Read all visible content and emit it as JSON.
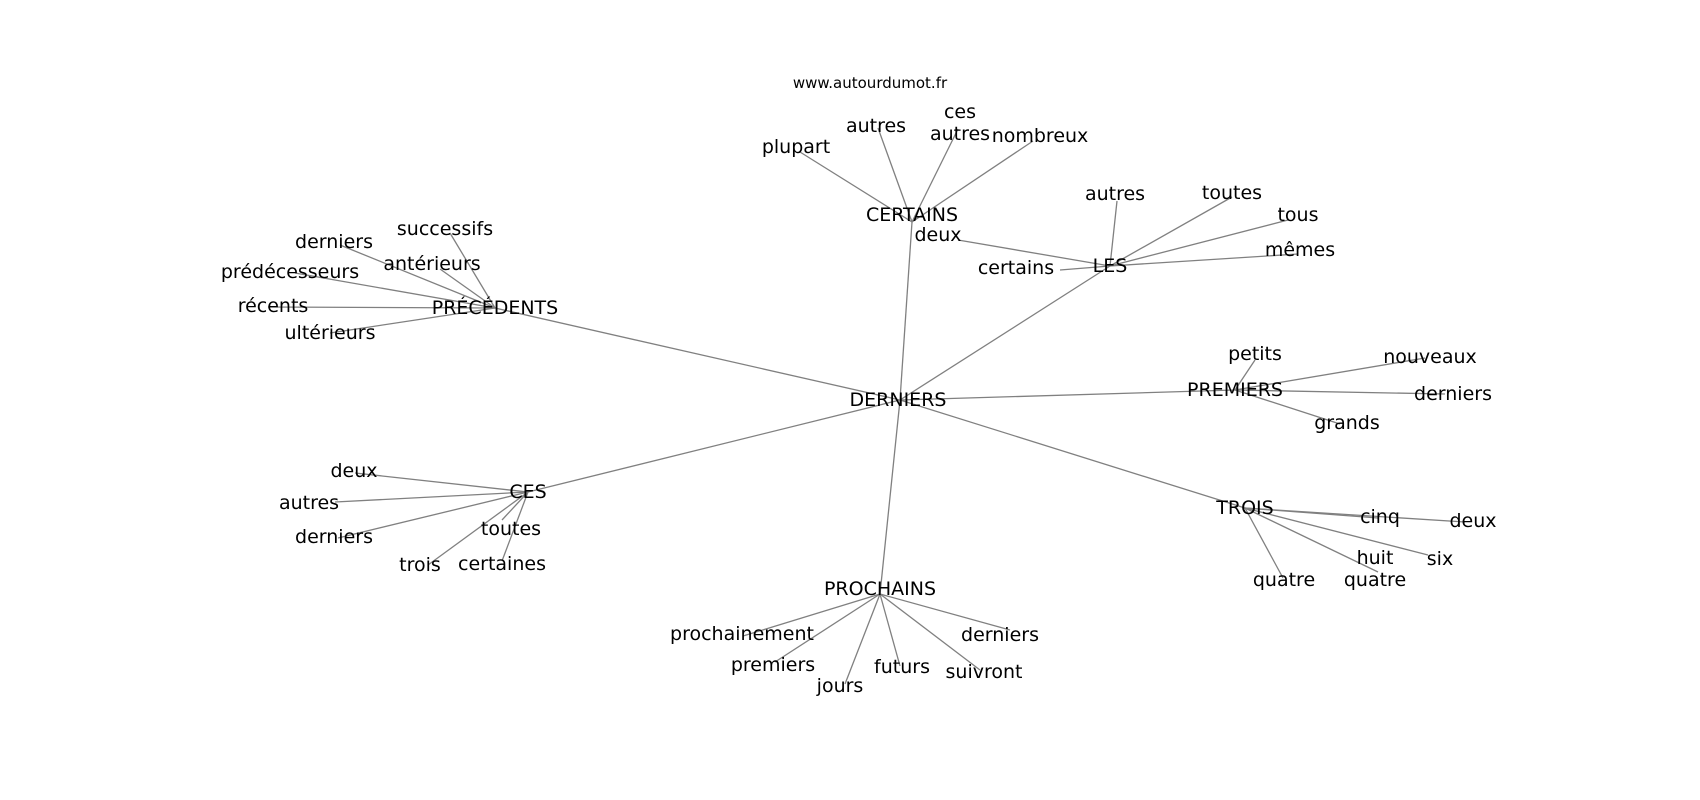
{
  "header": {
    "site": "www.autourdumot.fr"
  },
  "colors": {
    "edge": "#808080",
    "text": "#000000",
    "background": "#ffffff"
  },
  "center": {
    "id": "DERNIERS",
    "label": "DERNIERS"
  },
  "clusters": [
    {
      "id": "certains",
      "label": "CERTAINS",
      "children": [
        {
          "label": "plupart"
        },
        {
          "label": "autres"
        },
        {
          "label": "ces autres"
        },
        {
          "label": "nombreux"
        }
      ]
    },
    {
      "id": "les",
      "label": "LES",
      "children": [
        {
          "label": "deux"
        },
        {
          "label": "certains"
        },
        {
          "label": "autres"
        },
        {
          "label": "toutes"
        },
        {
          "label": "tous"
        },
        {
          "label": "mêmes"
        }
      ]
    },
    {
      "id": "precedents",
      "label": "PRÉCÉDENTS",
      "children": [
        {
          "label": "derniers"
        },
        {
          "label": "successifs"
        },
        {
          "label": "antérieurs"
        },
        {
          "label": "prédécesseurs"
        },
        {
          "label": "récents"
        },
        {
          "label": "ultérieurs"
        }
      ]
    },
    {
      "id": "premiers",
      "label": "PREMIERS",
      "children": [
        {
          "label": "petits"
        },
        {
          "label": "nouveaux"
        },
        {
          "label": "derniers"
        },
        {
          "label": "grands"
        }
      ]
    },
    {
      "id": "ces",
      "label": "CES",
      "children": [
        {
          "label": "deux"
        },
        {
          "label": "autres"
        },
        {
          "label": "derniers"
        },
        {
          "label": "toutes"
        },
        {
          "label": "trois"
        },
        {
          "label": "certaines"
        }
      ]
    },
    {
      "id": "trois",
      "label": "TROIS",
      "children": [
        {
          "label": "cinq"
        },
        {
          "label": "deux"
        },
        {
          "label": "six"
        },
        {
          "label": "huit quatre"
        },
        {
          "label": "quatre"
        }
      ]
    },
    {
      "id": "prochains",
      "label": "PROCHAINS",
      "children": [
        {
          "label": "prochainement"
        },
        {
          "label": "premiers"
        },
        {
          "label": "jours"
        },
        {
          "label": "futurs"
        },
        {
          "label": "suivront"
        },
        {
          "label": "derniers"
        }
      ]
    }
  ]
}
